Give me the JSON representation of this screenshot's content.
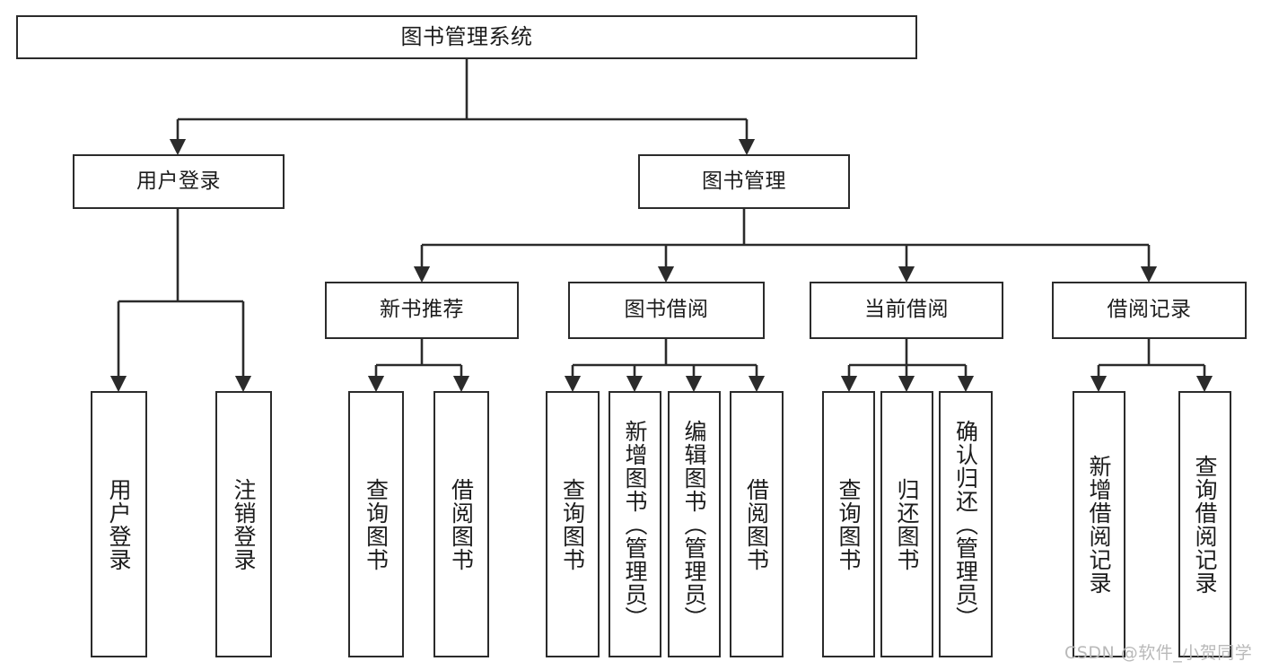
{
  "diagram": {
    "type": "tree",
    "title": "图书管理系统",
    "orientation": "top-down",
    "colors": {
      "border": "#2b2b2b",
      "text": "#1c1c1c",
      "background": "#ffffff",
      "edge": "#2b2b2b",
      "watermark": "#b9b9b9"
    }
  },
  "watermark": {
    "text": "CSDN @软件_小贺同学"
  },
  "nodes": {
    "root": {
      "label": "图书管理系统"
    },
    "level1": [
      {
        "id": "user-login",
        "label": "用户登录"
      },
      {
        "id": "book-management",
        "label": "图书管理"
      }
    ],
    "level2": [
      {
        "id": "new-book-recommend",
        "label": "新书推荐"
      },
      {
        "id": "book-borrow",
        "label": "图书借阅"
      },
      {
        "id": "current-borrow",
        "label": "当前借阅"
      },
      {
        "id": "borrow-record",
        "label": "借阅记录"
      }
    ],
    "leaves": {
      "user_login": [
        {
          "id": "leaf-user-login",
          "label": "用户登录"
        },
        {
          "id": "leaf-logout-login",
          "label": "注销登录"
        }
      ],
      "new_book_recommend": [
        {
          "id": "leaf-query-book-1",
          "label": "查询图书"
        },
        {
          "id": "leaf-borrow-book-1",
          "label": "借阅图书"
        }
      ],
      "book_borrow": [
        {
          "id": "leaf-query-book-2",
          "label": "查询图书"
        },
        {
          "id": "leaf-add-book",
          "label": "新增图书（管理员）"
        },
        {
          "id": "leaf-edit-book",
          "label": "编辑图书（管理员）"
        },
        {
          "id": "leaf-borrow-book-2",
          "label": "借阅图书"
        }
      ],
      "current_borrow": [
        {
          "id": "leaf-query-book-3",
          "label": "查询图书"
        },
        {
          "id": "leaf-return-book",
          "label": "归还图书"
        },
        {
          "id": "leaf-confirm-return",
          "label": "确认归还（管理员）"
        }
      ],
      "borrow_record": [
        {
          "id": "leaf-add-record",
          "label": "新增借阅记录"
        },
        {
          "id": "leaf-query-record",
          "label": "查询借阅记录"
        }
      ]
    }
  }
}
